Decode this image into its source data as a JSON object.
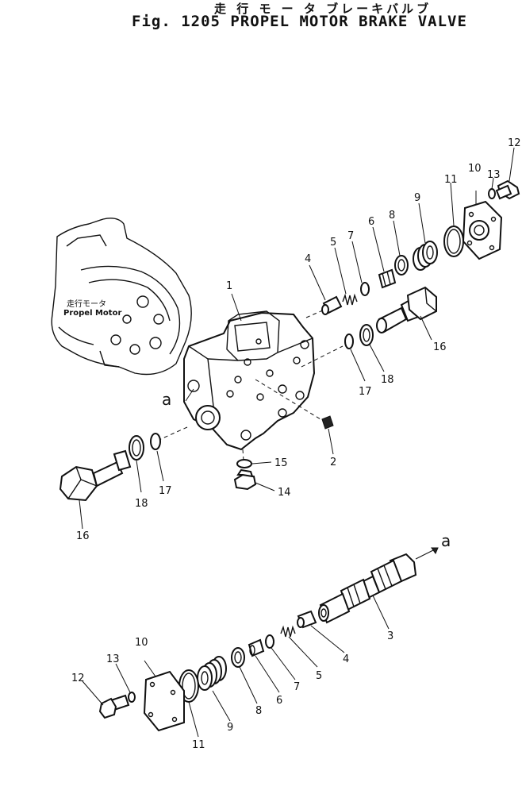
{
  "title": {
    "japanese": "走 行 モ ー タ ブレーキバルブ",
    "english": "Fig. 1205 PROPEL MOTOR BRAKE VALVE"
  },
  "motor_label": {
    "japanese": "走行モータ",
    "english": "Propel Motor"
  },
  "callouts": [
    {
      "id": "c1",
      "text": "1"
    },
    {
      "id": "c2",
      "text": "2"
    },
    {
      "id": "c3",
      "text": "3"
    },
    {
      "id": "c4a",
      "text": "4"
    },
    {
      "id": "c4b",
      "text": "4"
    },
    {
      "id": "c5a",
      "text": "5"
    },
    {
      "id": "c5b",
      "text": "5"
    },
    {
      "id": "c6a",
      "text": "6"
    },
    {
      "id": "c6b",
      "text": "6"
    },
    {
      "id": "c7a",
      "text": "7"
    },
    {
      "id": "c7b",
      "text": "7"
    },
    {
      "id": "c8a",
      "text": "8"
    },
    {
      "id": "c8b",
      "text": "8"
    },
    {
      "id": "c9a",
      "text": "9"
    },
    {
      "id": "c9b",
      "text": "9"
    },
    {
      "id": "c10a",
      "text": "10"
    },
    {
      "id": "c10b",
      "text": "10"
    },
    {
      "id": "c11a",
      "text": "11"
    },
    {
      "id": "c11b",
      "text": "11"
    },
    {
      "id": "c12a",
      "text": "12"
    },
    {
      "id": "c12b",
      "text": "12"
    },
    {
      "id": "c13a",
      "text": "13"
    },
    {
      "id": "c13b",
      "text": "13"
    },
    {
      "id": "c14",
      "text": "14"
    },
    {
      "id": "c15",
      "text": "15"
    },
    {
      "id": "c16a",
      "text": "16"
    },
    {
      "id": "c16b",
      "text": "16"
    },
    {
      "id": "c17a",
      "text": "17"
    },
    {
      "id": "c17b",
      "text": "17"
    },
    {
      "id": "c18a",
      "text": "18"
    },
    {
      "id": "c18b",
      "text": "18"
    },
    {
      "id": "ref_a1",
      "text": "a"
    },
    {
      "id": "ref_a2",
      "text": "a"
    }
  ]
}
